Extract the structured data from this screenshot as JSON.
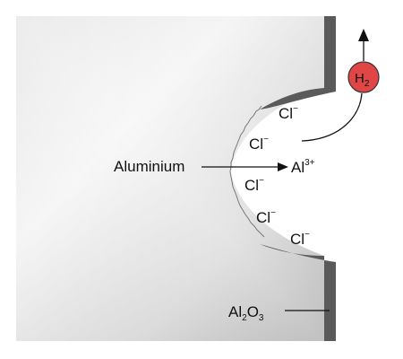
{
  "labels": {
    "metal": "Aluminium",
    "ion": "Al",
    "ion_charge": "3+",
    "chloride": "Cl",
    "chloride_charge": "−",
    "oxide_al": "Al",
    "oxide_al_sub": "2",
    "oxide_o": "O",
    "oxide_o_sub": "3",
    "gas": "H",
    "gas_sub": "2"
  },
  "colors": {
    "metal_light": "#f4f4f4",
    "metal_dark": "#9a9a9a",
    "oxide": "#5a5a5a",
    "bubble": "#e04646",
    "ink": "#111111"
  }
}
